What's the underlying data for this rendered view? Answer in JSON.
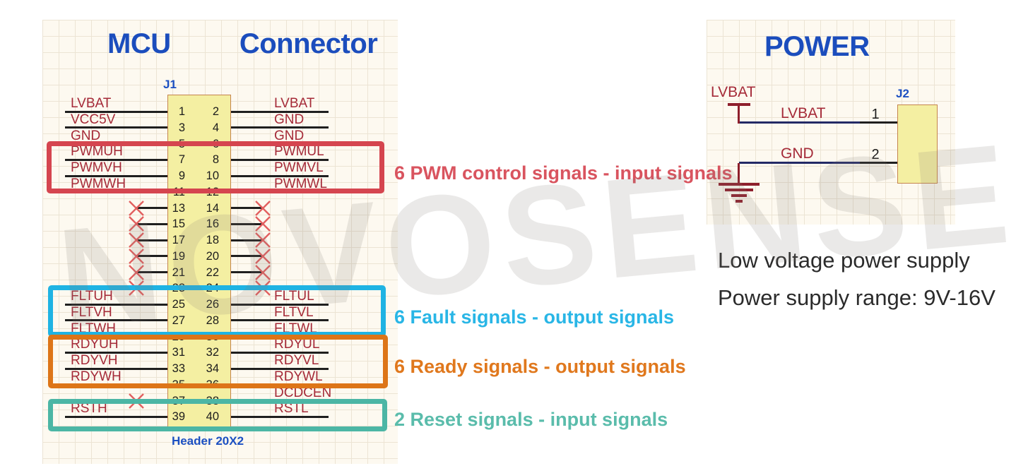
{
  "watermark": "NOVOSENSE",
  "colors": {
    "title_blue": "#1b4dbd",
    "designator_blue": "#1c50c2",
    "net_label_red": "#a52a38",
    "power_symbol_red": "#8e1f2c",
    "wire_black": "#1f1f1f",
    "wire_navy": "#232a66",
    "ic_fill_yellow": "#f4efa2",
    "ic_border_tan": "#c5854e",
    "no_connect_x": "#e25f5f"
  },
  "mcu_section": {
    "title": "MCU  Connector",
    "designator": "J1",
    "footprint": "Header 20X2",
    "rows": [
      {
        "pins": [
          "1",
          "2"
        ],
        "left": "LVBAT",
        "right": "LVBAT"
      },
      {
        "pins": [
          "3",
          "4"
        ],
        "left": "VCC5V",
        "right": "GND"
      },
      {
        "pins": [
          "5",
          "6"
        ],
        "left": "GND",
        "right": "GND"
      },
      {
        "pins": [
          "7",
          "8"
        ],
        "left": "PWMUH",
        "right": "PWMUL"
      },
      {
        "pins": [
          "9",
          "10"
        ],
        "left": "PWMVH",
        "right": "PWMVL"
      },
      {
        "pins": [
          "11",
          "12"
        ],
        "left": "PWMWH",
        "right": "PWMWL"
      },
      {
        "pins": [
          "13",
          "14"
        ],
        "left": null,
        "right": null
      },
      {
        "pins": [
          "15",
          "16"
        ],
        "left": null,
        "right": null
      },
      {
        "pins": [
          "17",
          "18"
        ],
        "left": null,
        "right": null
      },
      {
        "pins": [
          "19",
          "20"
        ],
        "left": null,
        "right": null
      },
      {
        "pins": [
          "21",
          "22"
        ],
        "left": null,
        "right": null
      },
      {
        "pins": [
          "23",
          "24"
        ],
        "left": null,
        "right": null
      },
      {
        "pins": [
          "25",
          "26"
        ],
        "left": "FLTUH",
        "right": "FLTUL"
      },
      {
        "pins": [
          "27",
          "28"
        ],
        "left": "FLTVH",
        "right": "FLTVL"
      },
      {
        "pins": [
          "29",
          "30"
        ],
        "left": "FLTWH",
        "right": "FLTWL"
      },
      {
        "pins": [
          "31",
          "32"
        ],
        "left": "RDYUH",
        "right": "RDYUL"
      },
      {
        "pins": [
          "33",
          "34"
        ],
        "left": "RDYVH",
        "right": "RDYVL"
      },
      {
        "pins": [
          "35",
          "36"
        ],
        "left": "RDYWH",
        "right": "RDYWL"
      },
      {
        "pins": [
          "37",
          "38"
        ],
        "left": null,
        "right": "DCDCEN"
      },
      {
        "pins": [
          "39",
          "40"
        ],
        "left": "RSTH",
        "right": "RSTL"
      }
    ],
    "groups": [
      {
        "label": "6 PWM control signals - input signals",
        "box_color": "#d5454f",
        "text_color": "#d9545f"
      },
      {
        "label": "6 Fault signals - output signals",
        "box_color": "#1fb3e3",
        "text_color": "#29b6e6"
      },
      {
        "label": "6 Ready signals - output signals",
        "box_color": "#dd7518",
        "text_color": "#e0781d"
      },
      {
        "label": "2 Reset signals - input signals",
        "box_color": "#4cb6a5",
        "text_color": "#5abcab"
      }
    ]
  },
  "power_section": {
    "title": "POWER",
    "designator": "J2",
    "power_port": "LVBAT",
    "nets": [
      {
        "name": "LVBAT",
        "pin": "1"
      },
      {
        "name": "GND",
        "pin": "2"
      }
    ],
    "notes": [
      "Low voltage power supply",
      "Power supply range: 9V-16V"
    ]
  }
}
